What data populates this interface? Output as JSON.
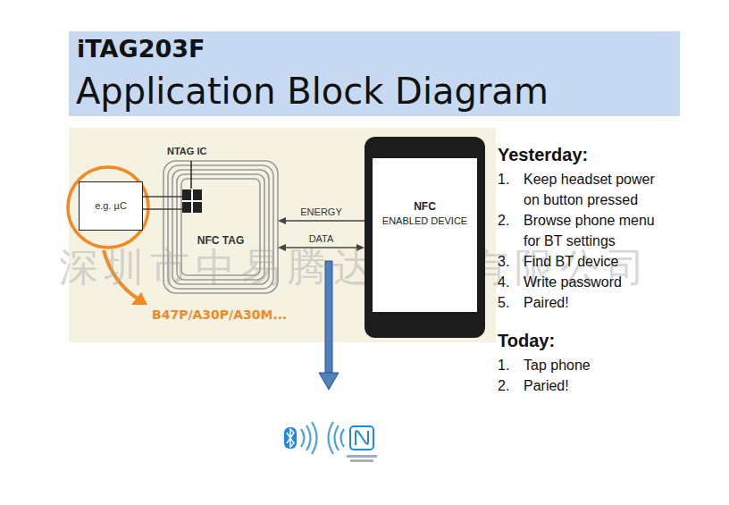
{
  "diagram": {
    "nodes": [
      {
        "text": [
          "iTAG203F",
          "Application Block Diagram"
        ]
      },
      {
        "text": [
          "e.g. µC"
        ]
      },
      {
        "text": [
          "NFC TAG"
        ]
      },
      {
        "text": [
          "NFC",
          "ENABLED DEVICE"
        ]
      }
    ],
    "edges": [
      {
        "from": 1,
        "to": 2,
        "arrow": "none"
      },
      {
        "from": 3,
        "to": 2,
        "label": "ENERGY",
        "arrow": "to"
      },
      {
        "from": 2,
        "to": 3,
        "label": "DATA",
        "arrow": "both"
      }
    ],
    "labels": [
      "NTAG IC",
      "B47P/A30P/A30M...",
      "Yesterday:",
      "1.",
      "Keep headset power on button pressed",
      "2.",
      "Browse phone menu for BT settings",
      "3.",
      "Find BT device",
      "4.",
      "Write password",
      "5.",
      "Paired!",
      "Today:",
      "1.",
      "Tap phone",
      "2.",
      "Paried!",
      "深圳市中易腾达科技有限公司"
    ]
  }
}
